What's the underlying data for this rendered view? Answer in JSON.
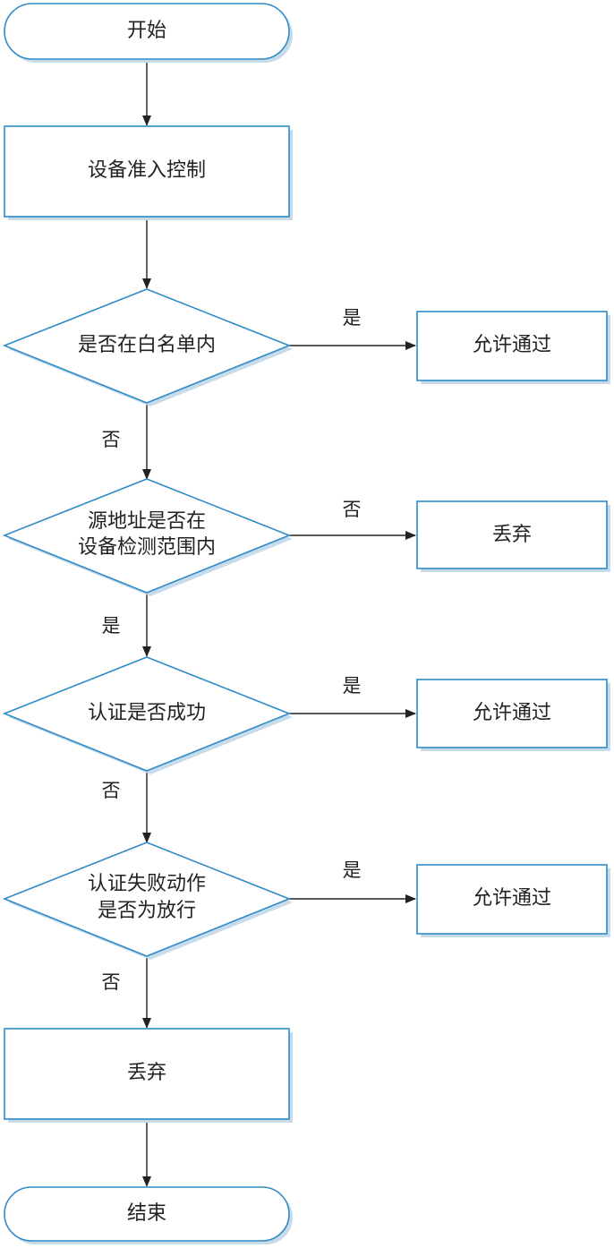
{
  "nodes": {
    "start": "开始",
    "device_access_control": "设备准入控制",
    "check_whitelist": "是否在白名单内",
    "allow_1": "允许通过",
    "check_range_line1": "源地址是否在",
    "check_range_line2": "设备检测范围内",
    "drop_1": "丢弃",
    "check_auth": "认证是否成功",
    "allow_2": "允许通过",
    "check_fail_action_line1": "认证失败动作",
    "check_fail_action_line2": "是否为放行",
    "allow_3": "允许通过",
    "drop_2": "丢弃",
    "end": "结束"
  },
  "edges": {
    "whitelist_yes": "是",
    "whitelist_no": "否",
    "range_no": "否",
    "range_yes": "是",
    "auth_yes": "是",
    "auth_no": "否",
    "fail_action_yes": "是",
    "fail_action_no": "否"
  },
  "colors": {
    "border": "#2e8bc7",
    "shadow": "#c7dbea",
    "line": "#222222"
  }
}
